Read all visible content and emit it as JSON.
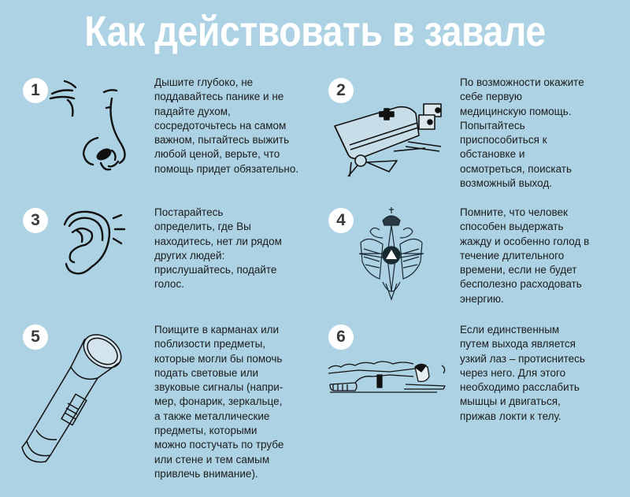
{
  "title": "Как действовать в завале",
  "colors": {
    "background": "#acd2e3",
    "title": "#ffffff",
    "badge_bg": "#ffffff",
    "badge_text": "#3a3a3a",
    "body_text": "#1c1c1c"
  },
  "steps": [
    {
      "number": "1",
      "icon": "nose-breathing-icon",
      "lines": [
        "Дышите глубоко, не",
        "поддавайтесь панике и не",
        "падайте духом,",
        "сосредоточьтесь на самом",
        "важном, пытайтесь выжить",
        "любой ценой, верьте, что",
        "помощь придет обязательно."
      ]
    },
    {
      "number": "2",
      "icon": "first-aid-kit-icon",
      "lines": [
        "По возможности окажите",
        "себе первую",
        "медицинскую помощь.",
        "Попытайтесь",
        "приспособиться к",
        "обстановке и",
        "осмотреться, поискать",
        "возможный выход."
      ]
    },
    {
      "number": "3",
      "icon": "ear-listening-icon",
      "lines": [
        "Постарайтесь",
        "определить, где Вы",
        "находитесь, нет ли рядом",
        "других людей:",
        "прислушайтесь, подайте",
        "голос."
      ]
    },
    {
      "number": "4",
      "icon": "emercom-emblem-icon",
      "lines": [
        "Помните, что человек",
        "способен выдержать",
        "жажду и особенно голод в",
        "течение длительного",
        "времени, если не будет",
        "бесполезно расходовать",
        "энергию."
      ]
    },
    {
      "number": "5",
      "icon": "flashlight-icon",
      "lines": [
        "Поищите в карманах или",
        "поблизости предметы,",
        "которые могли бы помочь",
        "подать световые или",
        "звуковые сигналы (напри-",
        "мер, фонарик, зеркальце,",
        "а также металлические",
        "предметы, которыми",
        "можно постучать по трубе",
        "или стене и тем самым",
        "привлечь внимание)."
      ]
    },
    {
      "number": "6",
      "icon": "crawling-person-icon",
      "lines": [
        "Если единственным",
        "путем выхода является",
        "узкий лаз – протиснитесь",
        "через него. Для этого",
        "необходимо расслабить",
        "мышцы и двигаться,",
        "прижав локти к телу."
      ]
    }
  ]
}
